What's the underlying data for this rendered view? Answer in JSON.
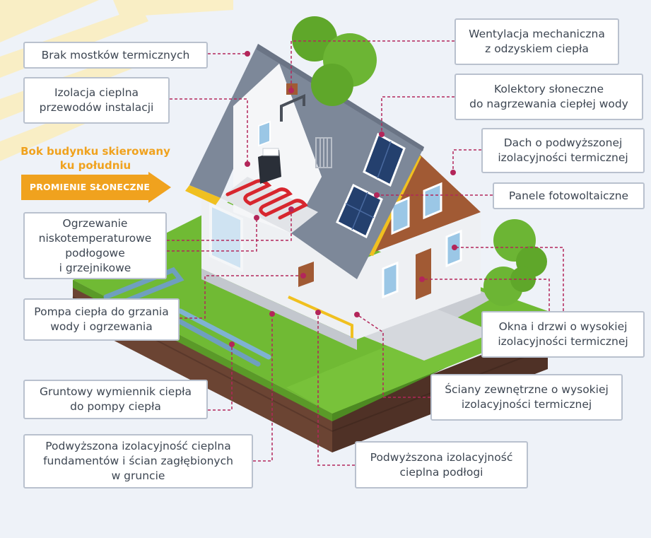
{
  "south_side": {
    "title": "Bok budynku skierowany\nku południu",
    "rays_label": "PROMIENIE SŁONECZNE"
  },
  "colors": {
    "leader_line": "#b3265a",
    "label_border": "#b9c1ce",
    "label_text": "#3d4652",
    "accent_orange": "#f0a21e",
    "grass": "#69b52f",
    "soil": "#5b3a2c",
    "roof": "#7d8899",
    "solar_panel": "#24406e"
  },
  "labels": {
    "thermal_bridges": "Brak mostków termicznych",
    "pipe_insulation": "Izolacja cieplna\nprzewodów instalacji",
    "low_temp_heating": "Ogrzewanie\nniskotemperaturowe\npodłogowe\ni grzejnikowe",
    "heat_pump": "Pompa ciepła do grzania\nwody i ogrzewania",
    "ground_exchanger": "Gruntowy wymiennik ciepła\ndo pompy ciepła",
    "foundation_insulation": "Podwyższona izolacyjność cieplna\nfundamentów i ścian zagłębionych\nw gruncie",
    "ventilation": "Wentylacja mechaniczna\nz odzyskiem ciepła",
    "solar_collectors": "Kolektory słoneczne\ndo nagrzewania ciepłej wody",
    "roof_insulation": "Dach o podwyższonej\nizolacyjności termicznej",
    "pv_panels": "Panele fotowoltaiczne",
    "windows_doors": "Okna i drzwi o wysokiej\nizolacyjności termicznej",
    "external_walls": "Ściany zewnętrzne o wysokiej\nizolacyjności termicznej",
    "floor_insulation": "Podwyższona izolacyjność\ncieplna podłogi"
  }
}
